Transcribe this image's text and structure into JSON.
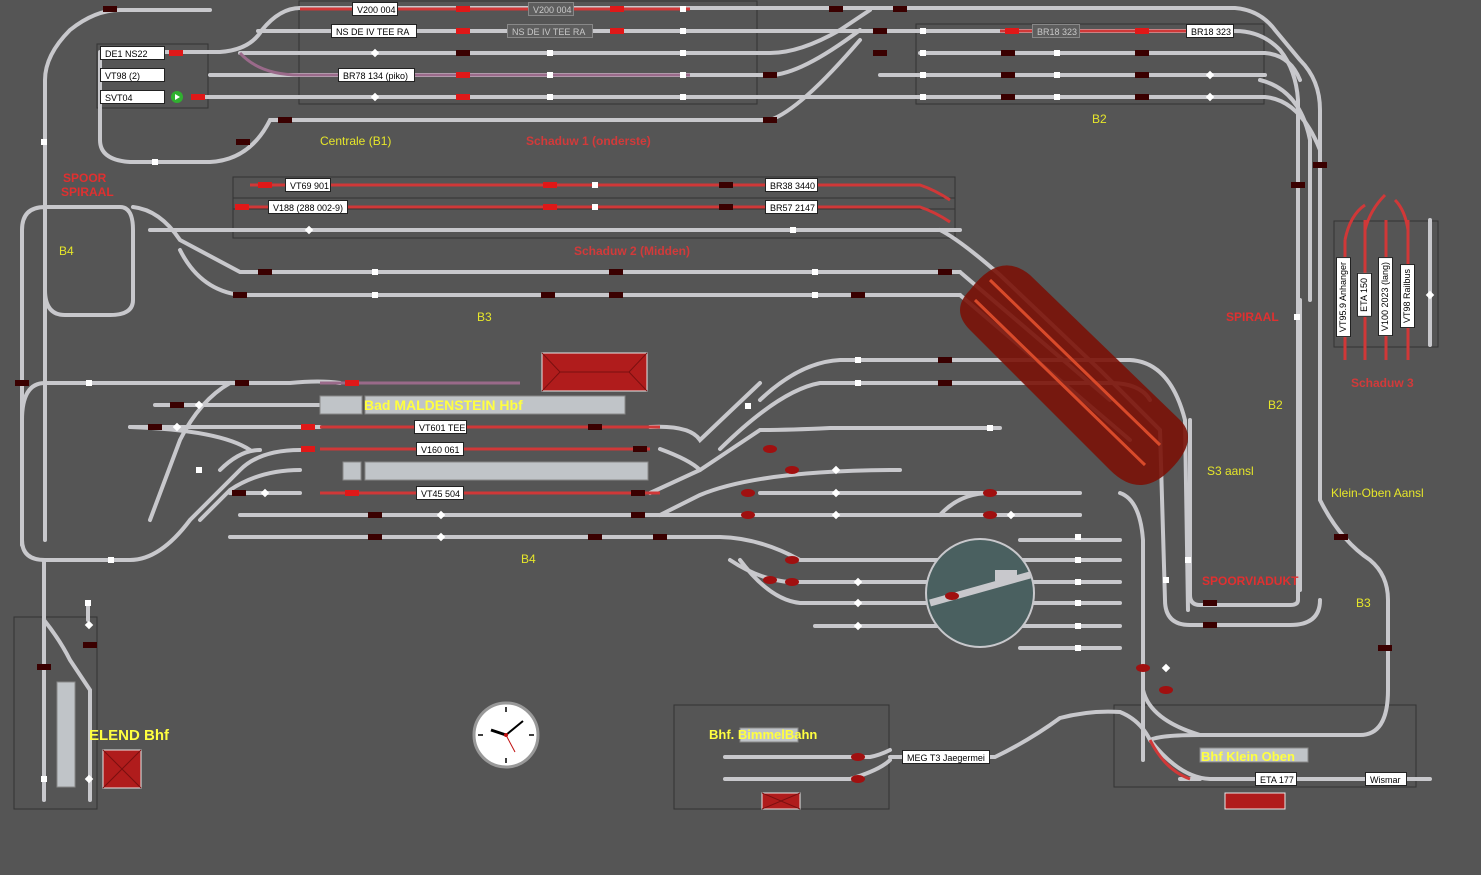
{
  "trains": {
    "v200_004": "V200 004",
    "v200_004_ghost": "V200 004",
    "ns_de_iv_tee_ra": "NS DE IV TEE RA",
    "ns_de_iv_tee_ra_ghost": "NS DE IV TEE RA",
    "de1_ns22": "DE1  NS22",
    "vt98_2": "VT98 (2)",
    "svt04": "SVT04",
    "br78_134": "BR78 134 (piko)",
    "br18_323_ghost": "BR18 323",
    "br18_323": "BR18 323",
    "vt69_901": "VT69 901",
    "v188": "V188 (288 002-9)",
    "br38_3440": "BR38 3440",
    "br57_2147": "BR57 2147",
    "vt601_tee": "VT601 TEE",
    "v160_061": "V160 061",
    "vt45_504": "VT45 504",
    "meg_t3": "MEG T3 Jaegermei",
    "eta_177": "ETA 177",
    "wismar": "Wismar",
    "vt95_9": "VT95.9 Anhanger",
    "eta_150": "ETA 150",
    "v100_2023": "V100 2023 (lang)",
    "vt98_railbus": "VT98 Railbus"
  },
  "labels": {
    "centrale": "Centrale (B1)",
    "schaduw1": "Schaduw 1 (onderste)",
    "b2_top": "B2",
    "spoor_spiraal_1": "SPOOR",
    "spoor_spiraal_2": "SPIRAAL",
    "b4_left": "B4",
    "schaduw2": "Schaduw 2 (Midden)",
    "b3_mid": "B3",
    "spiraal_right": "SPIRAAL",
    "schaduw3": "Schaduw 3",
    "bad_maldenstein": "Bad MALDENSTEIN Hbf",
    "b2_right": "B2",
    "s3_aansl": "S3 aansl",
    "klein_oben_aansl": "Klein-Oben Aansl",
    "b4_bottom": "B4",
    "spoorviaduct": "SPOORVIADUKT",
    "b3_right": "B3",
    "elend_bhf": "ELEND Bhf",
    "bhf_bimmelbahn": "Bhf. BimmelBahn",
    "bhf_klein_oben": "Bhf Klein Oben"
  },
  "colors": {
    "background": "#555555",
    "track": "#c8c8cc",
    "active_route": "#d03838",
    "block_occupied": "#e01818",
    "block_free": "#3a0000",
    "label_yellow": "#e6e62a",
    "label_red": "#e03030",
    "viaduct": "#7a1208"
  }
}
